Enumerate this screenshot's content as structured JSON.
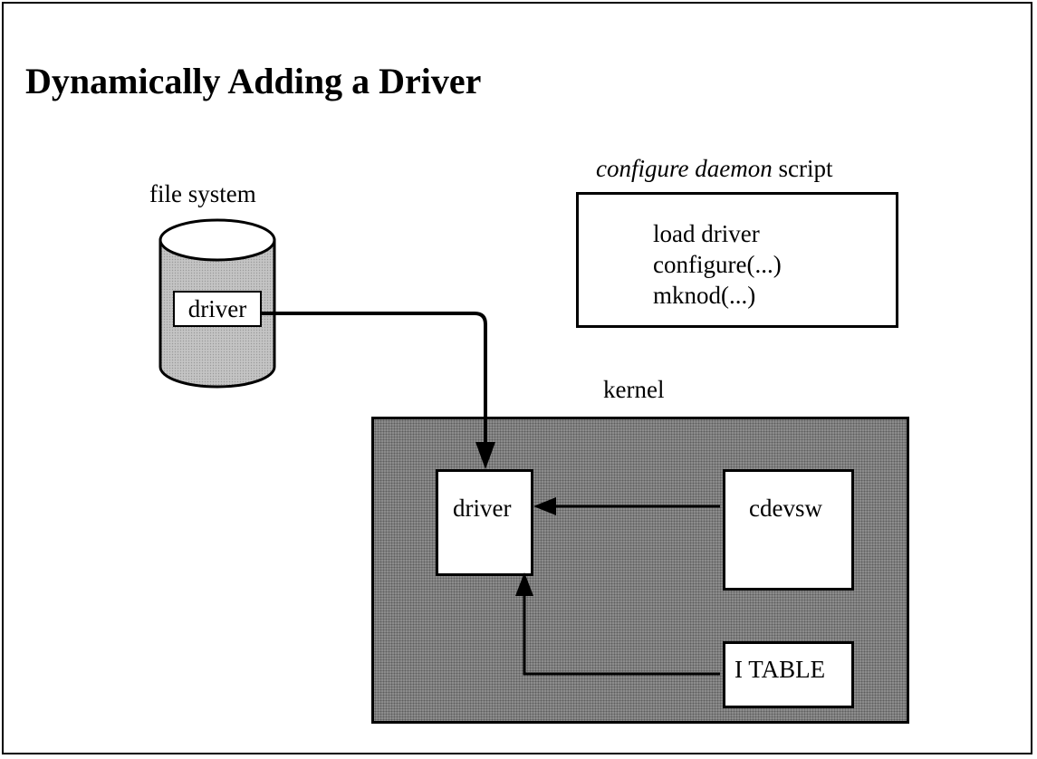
{
  "title": "Dynamically Adding a Driver",
  "file_system": {
    "label": "file system",
    "item": "driver"
  },
  "script": {
    "label_italic": "configure daemon",
    "label_rest": " script",
    "lines": [
      "load driver",
      "configure(...)",
      "mknod(...)"
    ]
  },
  "kernel": {
    "label": "kernel",
    "boxes": {
      "driver": "driver",
      "cdevsw": "cdevsw",
      "itable": "I TABLE"
    }
  }
}
